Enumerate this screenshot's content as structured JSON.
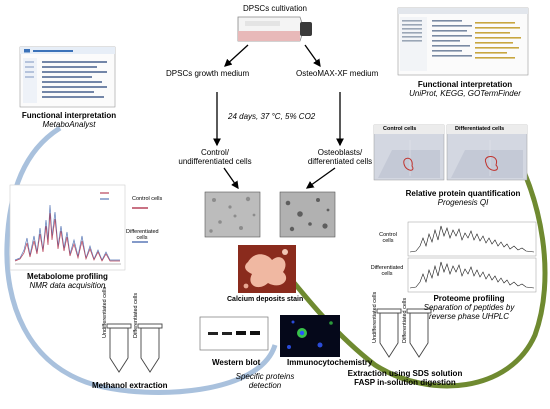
{
  "top": {
    "cultivation": "DPSCs cultivation",
    "growth_medium": "DPSCs growth medium",
    "osteo_medium": "OsteoMAX-XF medium",
    "conditions": "24 days, 37 °C, 5% CO2",
    "control_line1": "Control/",
    "control_line2": "undifferentiated cells",
    "osteo_line1": "Osteoblasts/",
    "osteo_line2": "differentiated cells"
  },
  "left": {
    "functional_title": "Functional interpretation",
    "functional_tool": "MetaboAnalyst",
    "metabolome_title": "Metabolome profiling",
    "metabolome_sub": "NMR data acquisition",
    "legend_control": "Control cells",
    "legend_diff_1": "Differentiated",
    "legend_diff_2": "cells",
    "methanol": "Methanol extraction",
    "tube_label_1": "Undifferentiated cells",
    "tube_label_2": "Differentiated cells"
  },
  "center": {
    "calcium": "Calcium deposits stain",
    "western": "Western blot",
    "icc": "Immunocytochemistry",
    "specific_1": "Specific proteins",
    "specific_2": "detection"
  },
  "right": {
    "functional_title": "Functional interpretation",
    "functional_tools": "UniProt, KEGG, GOTermFinder",
    "control_cells_tab": "Control cells",
    "diff_cells_tab": "Differentiated cells",
    "relative_title": "Relative protein quantification",
    "relative_tool": "Progenesis QI",
    "trace_control_1": "Control",
    "trace_control_2": "cells",
    "trace_diff_1": "Differentiated",
    "trace_diff_2": "cells",
    "proteome_title": "Proteome profiling",
    "proteome_sub_1": "Separation of peptides  by",
    "proteome_sub_2": "reverse phase UHPLC",
    "extraction_1": "Extraction using SDS solution",
    "extraction_2": "FASP in-solution digestion",
    "tube_label_1": "Undifferentiated cells",
    "tube_label_2": "Differentiated cells"
  },
  "colors": {
    "blue_arc": "#a9c1dd",
    "green_arc": "#6f8a30",
    "control_trace": "#b7435a",
    "diff_trace": "#5a79b7"
  }
}
